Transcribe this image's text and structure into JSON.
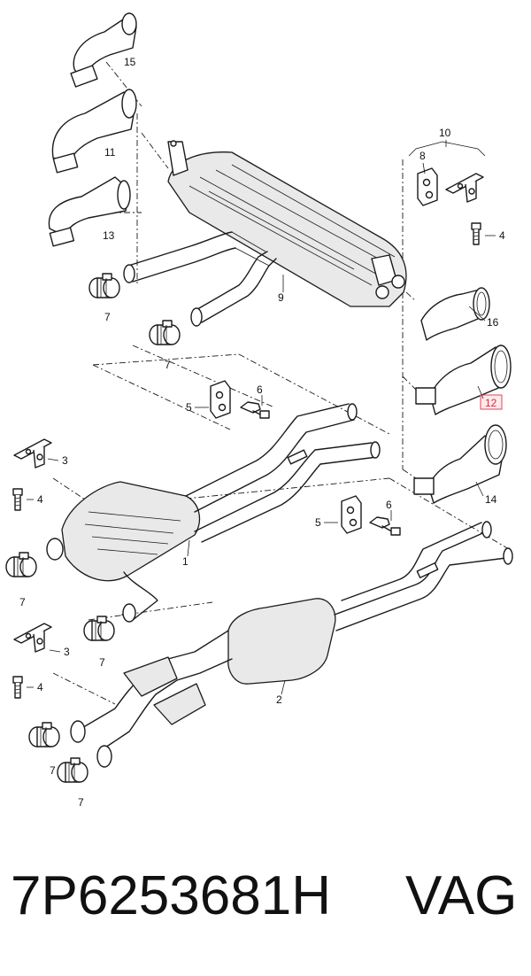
{
  "callouts": {
    "c15": "15",
    "c11": "11",
    "c13": "13",
    "c7a": "7",
    "c7b": "7",
    "c9": "9",
    "c10": "10",
    "c8": "8",
    "c4a": "4",
    "c16": "16",
    "c12": "12",
    "c6a": "6",
    "c5a": "5",
    "c3a": "3",
    "c4b": "4",
    "c7c": "7",
    "c1": "1",
    "c14": "14",
    "c6b": "6",
    "c5b": "5",
    "c7d": "7",
    "c3b": "3",
    "c4c": "4",
    "c2": "2",
    "c7e": "7",
    "c7f": "7"
  },
  "highlight": {
    "part_number_callout": "12",
    "color": "#e0465a"
  },
  "footer": {
    "part_number": "7P6253681H",
    "brand": "VAG"
  }
}
